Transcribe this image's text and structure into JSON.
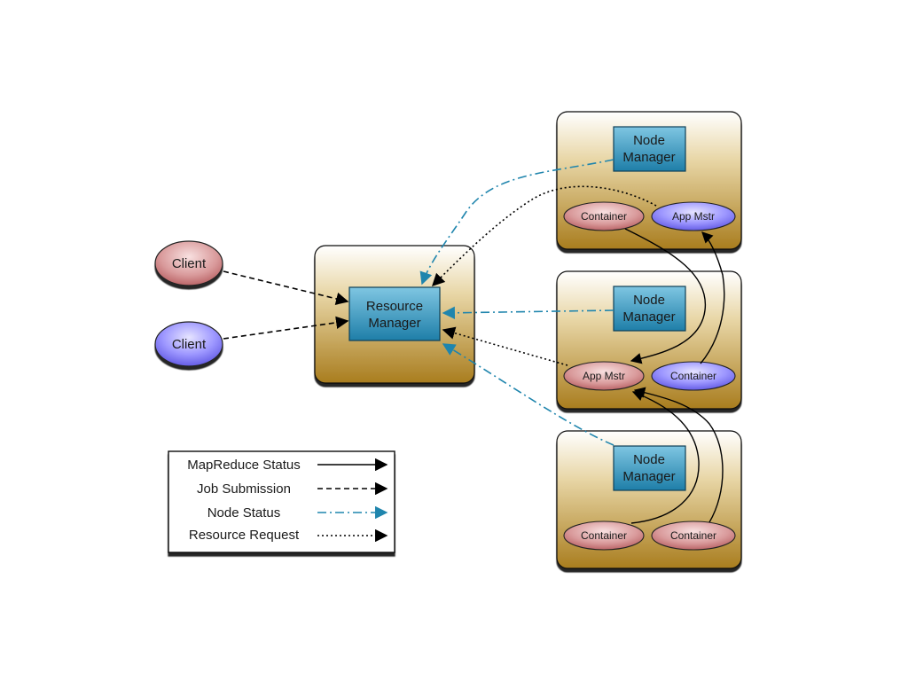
{
  "nodes": {
    "client_top": "Client",
    "client_bottom": "Client",
    "resource_manager": [
      "Resource",
      "Manager"
    ],
    "node_manager_1": [
      "Node",
      "Manager"
    ],
    "node_manager_2": [
      "Node",
      "Manager"
    ],
    "node_manager_3": [
      "Node",
      "Manager"
    ],
    "nm1_container": "Container",
    "nm1_app_mstr": "App Mstr",
    "nm2_app_mstr": "App Mstr",
    "nm2_container": "Container",
    "nm3_container_left": "Container",
    "nm3_container_right": "Container"
  },
  "legend": {
    "items": [
      {
        "label": "MapReduce Status",
        "style": "solid",
        "color": "#000000"
      },
      {
        "label": "Job Submission",
        "style": "dashed",
        "color": "#000000"
      },
      {
        "label": "Node Status",
        "style": "dashdot",
        "color": "#1f85ad"
      },
      {
        "label": "Resource Request",
        "style": "dotted",
        "color": "#000000"
      }
    ]
  },
  "colors": {
    "pink_node": "#c9787b",
    "purple_node": "#7a73f0",
    "blue_box": "#2f93bd",
    "gold_panel": "#b48a2c",
    "node_status": "#1f85ad"
  }
}
